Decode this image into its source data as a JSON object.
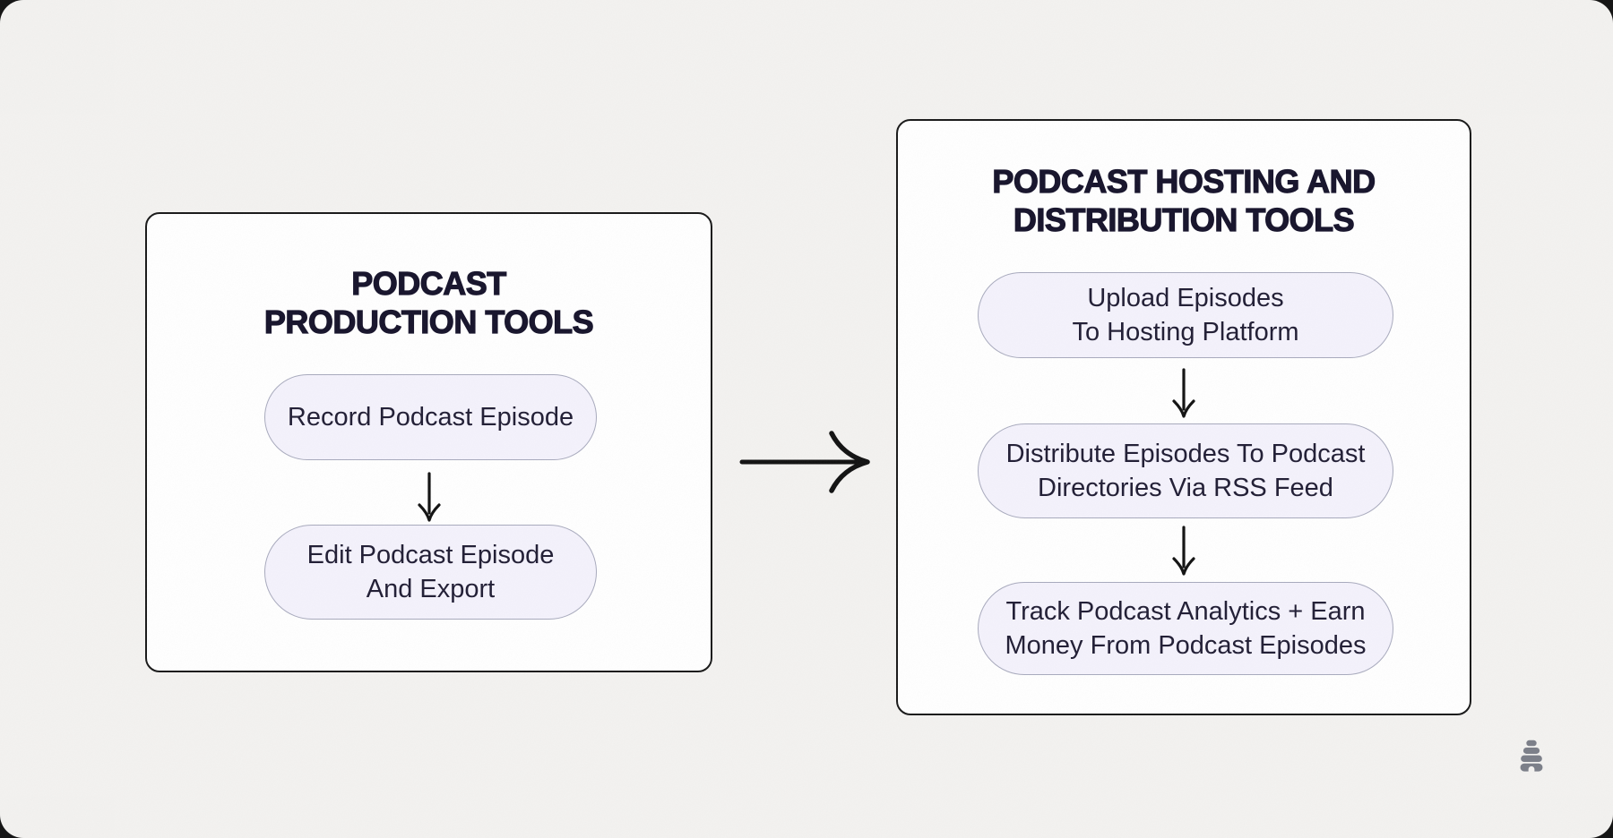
{
  "canvas": {
    "background_color": "#f3f2f0",
    "panel_background": "#ffffff",
    "panel_border_color": "#181818",
    "node_fill_color": "#f4f2fc",
    "node_border_color": "#a8aabd",
    "title_color": "#16132b",
    "node_text_color": "#201d34",
    "arrow_color": "#111111",
    "logo_color": "#7b7e88"
  },
  "left_panel": {
    "title": "PODCAST\nPRODUCTION TOOLS",
    "nodes": [
      {
        "label": "Record Podcast Episode"
      },
      {
        "label": "Edit Podcast Episode\nAnd Export"
      }
    ]
  },
  "right_panel": {
    "title": "PODCAST HOSTING AND\nDISTRIBUTION TOOLS",
    "nodes": [
      {
        "label": "Upload Episodes\nTo Hosting Platform"
      },
      {
        "label": "Distribute Episodes To Podcast\nDirectories Via RSS Feed"
      },
      {
        "label": "Track Podcast Analytics + Earn\nMoney From Podcast Episodes"
      }
    ]
  },
  "icons": {
    "connector": "right-arrow",
    "step": "down-arrow",
    "watermark": "beehive-logo"
  }
}
